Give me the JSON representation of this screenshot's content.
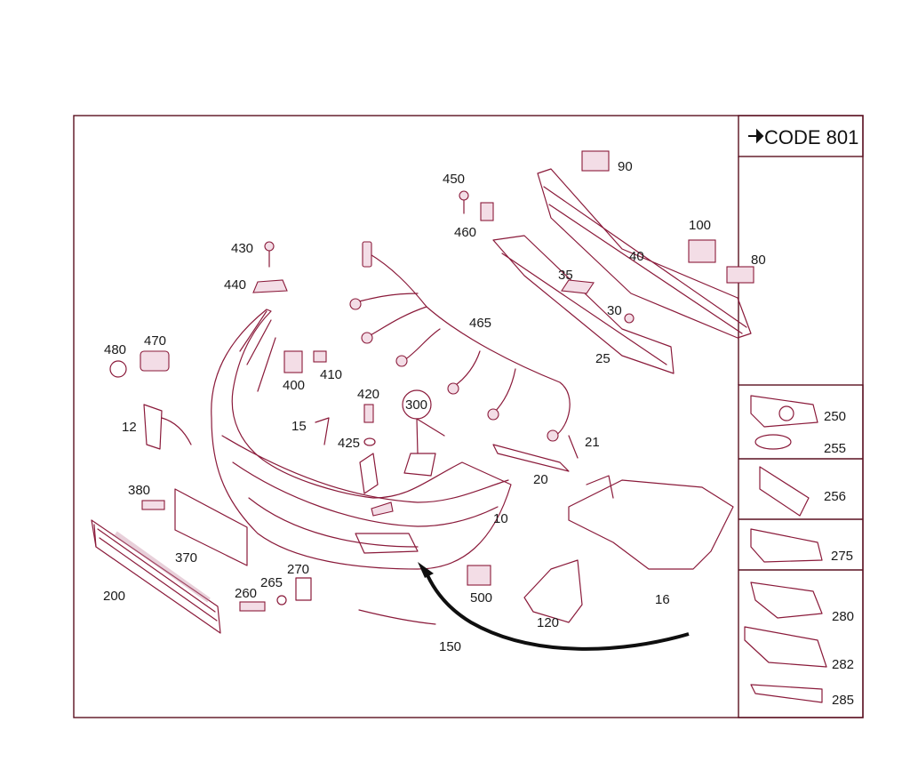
{
  "code_label": "CODE 801",
  "parts": [
    {
      "id": "p90",
      "label": "90"
    },
    {
      "id": "p450",
      "label": "450"
    },
    {
      "id": "p460",
      "label": "460"
    },
    {
      "id": "p100",
      "label": "100"
    },
    {
      "id": "p430",
      "label": "430"
    },
    {
      "id": "p40",
      "label": "40"
    },
    {
      "id": "p80",
      "label": "80"
    },
    {
      "id": "p440",
      "label": "440"
    },
    {
      "id": "p35",
      "label": "35"
    },
    {
      "id": "p465",
      "label": "465"
    },
    {
      "id": "p30",
      "label": "30"
    },
    {
      "id": "p480",
      "label": "480"
    },
    {
      "id": "p470",
      "label": "470"
    },
    {
      "id": "p410",
      "label": "410"
    },
    {
      "id": "p25",
      "label": "25"
    },
    {
      "id": "p400",
      "label": "400"
    },
    {
      "id": "p420",
      "label": "420"
    },
    {
      "id": "p300",
      "label": "300"
    },
    {
      "id": "p12",
      "label": "12"
    },
    {
      "id": "p15",
      "label": "15"
    },
    {
      "id": "p250",
      "label": "250"
    },
    {
      "id": "p21",
      "label": "21"
    },
    {
      "id": "p425",
      "label": "425"
    },
    {
      "id": "p255",
      "label": "255"
    },
    {
      "id": "p20",
      "label": "20"
    },
    {
      "id": "p380",
      "label": "380"
    },
    {
      "id": "p256",
      "label": "256"
    },
    {
      "id": "p10",
      "label": "10"
    },
    {
      "id": "p370",
      "label": "370"
    },
    {
      "id": "p270",
      "label": "270"
    },
    {
      "id": "p275",
      "label": "275"
    },
    {
      "id": "p265",
      "label": "265"
    },
    {
      "id": "p200",
      "label": "200"
    },
    {
      "id": "p260",
      "label": "260"
    },
    {
      "id": "p500",
      "label": "500"
    },
    {
      "id": "p16",
      "label": "16"
    },
    {
      "id": "p280",
      "label": "280"
    },
    {
      "id": "p120",
      "label": "120"
    },
    {
      "id": "p150",
      "label": "150"
    },
    {
      "id": "p282",
      "label": "282"
    },
    {
      "id": "p285",
      "label": "285"
    }
  ]
}
